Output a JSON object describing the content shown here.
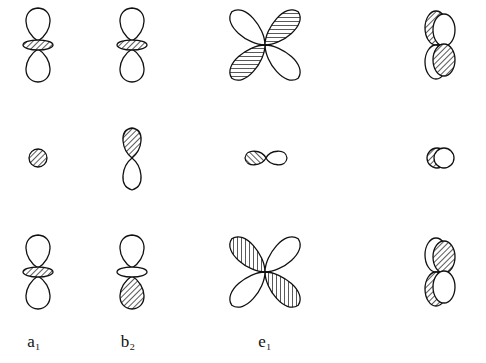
{
  "diagram": {
    "labels": [
      "a₁",
      "b₂",
      "e₁"
    ]
  }
}
